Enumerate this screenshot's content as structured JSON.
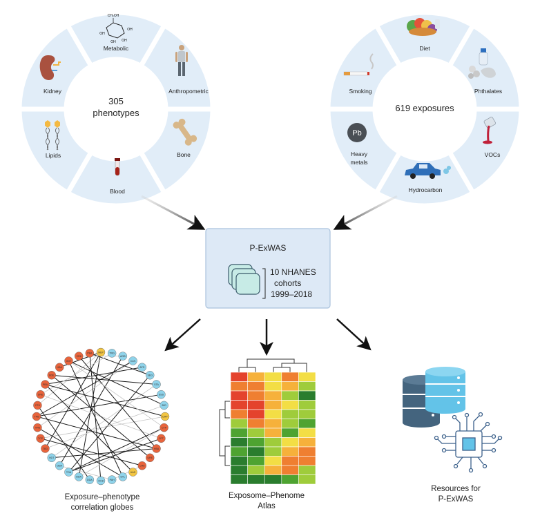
{
  "phenotypes": {
    "center_count": "305",
    "center_word": "phenotypes",
    "segments": [
      "Metabolic",
      "Anthropometric",
      "Bone",
      "Blood",
      "Lipids",
      "Kidney"
    ]
  },
  "exposures": {
    "center_label": "619 exposures",
    "segments": [
      "Diet",
      "Phthalates",
      "VOCs",
      "Hydrocarbon",
      "Heavy metals",
      "Smoking"
    ],
    "heavy_metals_line1": "Heavy",
    "heavy_metals_line2": "metals",
    "lead_symbol": "Pb"
  },
  "hub": {
    "title": "P-ExWAS",
    "line1": "10 NHANES",
    "line2": "cohorts",
    "line3": "1999–2018"
  },
  "outputs": {
    "globe_line1": "Exposure–phenotype",
    "globe_line2": "correlation globes",
    "atlas_line1": "Exposome–Phenome",
    "atlas_line2": "Atlas",
    "resources_line1": "Resources for",
    "resources_line2": "P-ExWAS"
  },
  "metabolic_molecule": {
    "ch2oh": "CH₂OH",
    "oh": "OH"
  },
  "globe_nodes": {
    "blue": [
      "TRG",
      "AOB",
      "CLN",
      "AFS",
      "SEG",
      "STA",
      "SSS",
      "BIO",
      "ETL",
      "PAH",
      "OC8",
      "DDA",
      "DDA",
      "TOA",
      "OER",
      "HDT"
    ],
    "gold": [
      "MEP",
      "DAP",
      "UAS"
    ],
    "red": [
      "CTP",
      "CPT",
      "HBA",
      "URE",
      "CR8",
      "TBD",
      "TCP",
      "TPB",
      "TPB",
      "CTH",
      "URE",
      "PBA",
      "BDE",
      "HBA",
      "GGT",
      "CR8",
      "PBA"
    ]
  },
  "colors": {
    "segment": "#e1edf8",
    "hub_fill": "#dde9f6",
    "hub_stroke": "#a9c2dd",
    "node_red": "#e8643c",
    "node_blue": "#8fd3ea",
    "node_gold": "#f2c543",
    "db_dark": "#44647e",
    "db_light": "#63c3e8",
    "heatmap": [
      "#2a7d2e",
      "#4ea331",
      "#9fcc3b",
      "#f3de45",
      "#f6b13b",
      "#ef7f31",
      "#e4432d"
    ]
  },
  "heatmap": {
    "rows": [
      [
        6,
        4,
        3,
        5,
        3
      ],
      [
        5,
        5,
        3,
        4,
        2
      ],
      [
        6,
        5,
        4,
        2,
        0
      ],
      [
        6,
        6,
        4,
        3,
        2
      ],
      [
        5,
        6,
        3,
        2,
        2
      ],
      [
        2,
        5,
        4,
        2,
        1
      ],
      [
        1,
        2,
        4,
        1,
        3
      ],
      [
        0,
        1,
        2,
        3,
        4
      ],
      [
        1,
        0,
        2,
        4,
        5
      ],
      [
        0,
        1,
        3,
        5,
        5
      ],
      [
        0,
        2,
        4,
        5,
        2
      ],
      [
        0,
        0,
        0,
        1,
        2
      ]
    ]
  }
}
